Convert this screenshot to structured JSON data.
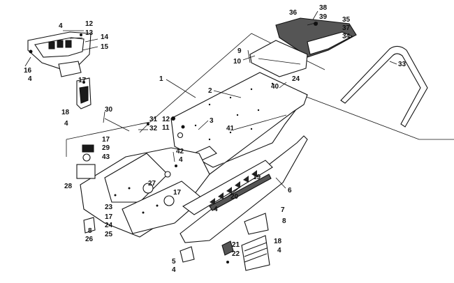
{
  "diagram": {
    "callouts": [
      {
        "id": "c1",
        "text": "1"
      },
      {
        "id": "c2",
        "text": "2"
      },
      {
        "id": "c3",
        "text": "3"
      },
      {
        "id": "c4a",
        "text": "4"
      },
      {
        "id": "c4b",
        "text": "4"
      },
      {
        "id": "c4c",
        "text": "4"
      },
      {
        "id": "c4d",
        "text": "4"
      },
      {
        "id": "c4e",
        "text": "4"
      },
      {
        "id": "c4f",
        "text": "4"
      },
      {
        "id": "c4g",
        "text": "4"
      },
      {
        "id": "c5",
        "text": "5"
      },
      {
        "id": "c6",
        "text": "6"
      },
      {
        "id": "c7",
        "text": "7"
      },
      {
        "id": "c8a",
        "text": "8"
      },
      {
        "id": "c8b",
        "text": "8"
      },
      {
        "id": "c9",
        "text": "9"
      },
      {
        "id": "c10",
        "text": "10"
      },
      {
        "id": "c11",
        "text": "11"
      },
      {
        "id": "c12a",
        "text": "12"
      },
      {
        "id": "c12b",
        "text": "12"
      },
      {
        "id": "c13",
        "text": "13"
      },
      {
        "id": "c14",
        "text": "14"
      },
      {
        "id": "c15",
        "text": "15"
      },
      {
        "id": "c16",
        "text": "16"
      },
      {
        "id": "c17a",
        "text": "17"
      },
      {
        "id": "c17b",
        "text": "17"
      },
      {
        "id": "c17c",
        "text": "17"
      },
      {
        "id": "c17d",
        "text": "17"
      },
      {
        "id": "c18a",
        "text": "18"
      },
      {
        "id": "c18b",
        "text": "18"
      },
      {
        "id": "c19",
        "text": "19"
      },
      {
        "id": "c20",
        "text": "20"
      },
      {
        "id": "c21",
        "text": "21"
      },
      {
        "id": "c22",
        "text": "22"
      },
      {
        "id": "c23",
        "text": "23"
      },
      {
        "id": "c24a",
        "text": "24"
      },
      {
        "id": "c24b",
        "text": "24"
      },
      {
        "id": "c25",
        "text": "25"
      },
      {
        "id": "c26",
        "text": "26"
      },
      {
        "id": "c27",
        "text": "27"
      },
      {
        "id": "c28",
        "text": "28"
      },
      {
        "id": "c29",
        "text": "29"
      },
      {
        "id": "c30",
        "text": "30"
      },
      {
        "id": "c31",
        "text": "31"
      },
      {
        "id": "c32",
        "text": "32"
      },
      {
        "id": "c33",
        "text": "33"
      },
      {
        "id": "c34",
        "text": "34"
      },
      {
        "id": "c35",
        "text": "35"
      },
      {
        "id": "c36",
        "text": "36"
      },
      {
        "id": "c37",
        "text": "37"
      },
      {
        "id": "c38",
        "text": "38"
      },
      {
        "id": "c39",
        "text": "39"
      },
      {
        "id": "c40",
        "text": "40"
      },
      {
        "id": "c41",
        "text": "41"
      },
      {
        "id": "c42",
        "text": "42"
      },
      {
        "id": "c43",
        "text": "43"
      }
    ]
  }
}
